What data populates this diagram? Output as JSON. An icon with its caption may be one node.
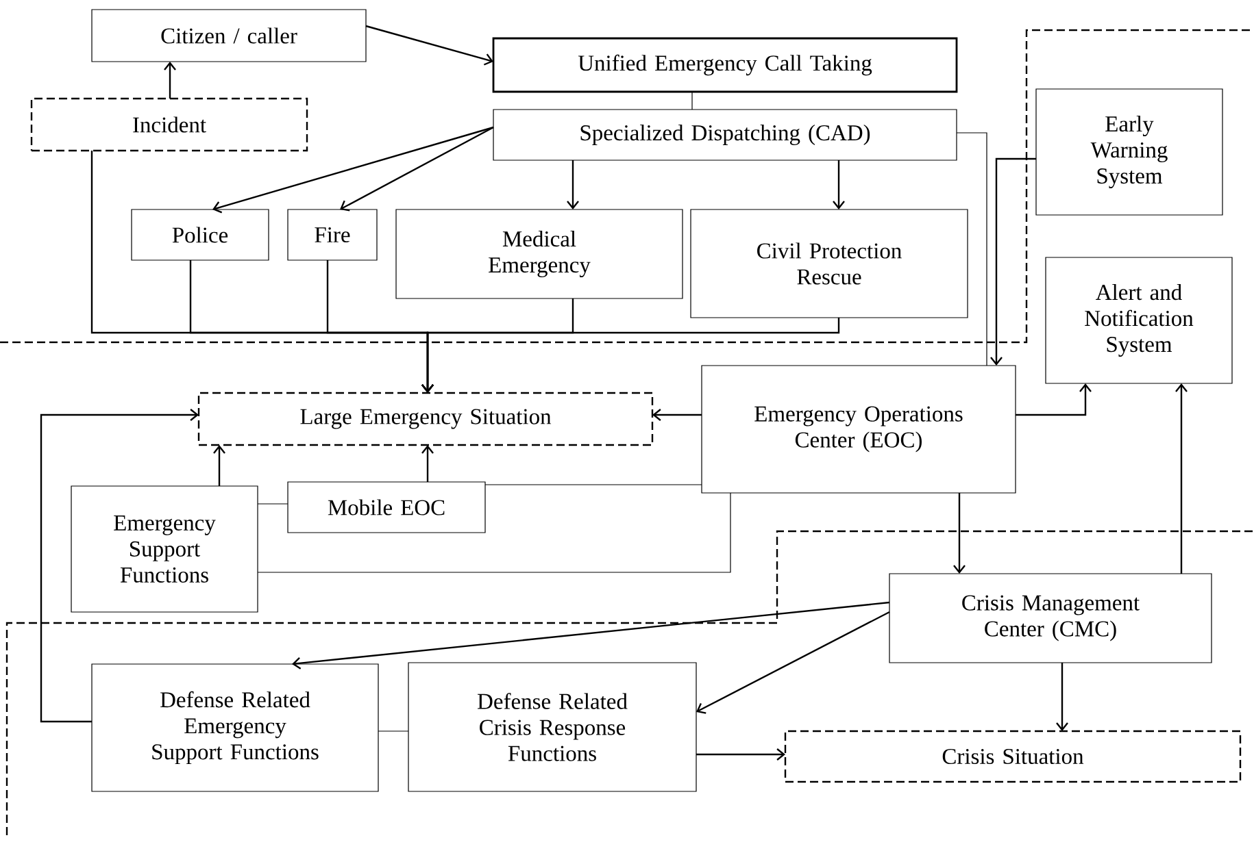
{
  "diagram": {
    "nodes": [
      {
        "text": [
          "Citizen / caller"
        ]
      },
      {
        "text": [
          "Unified Emergency Call Taking"
        ]
      },
      {
        "text": [
          "Incident"
        ]
      },
      {
        "text": [
          "Specialized Dispatching (CAD)"
        ]
      },
      {
        "text": [
          "Police"
        ]
      },
      {
        "text": [
          "Fire"
        ]
      },
      {
        "text": [
          "Medical Emergency"
        ]
      },
      {
        "text": [
          "Civil Protection Rescue"
        ]
      },
      {
        "text": [
          "Early Warning System"
        ]
      },
      {
        "text": [
          "Alert and Notification System"
        ]
      },
      {
        "text": [
          "Large Emergency Situation"
        ]
      },
      {
        "text": [
          "Emergency Operations Center (EOC)"
        ]
      },
      {
        "text": [
          "Mobile EOC"
        ]
      },
      {
        "text": [
          "Emergency Support Functions"
        ]
      },
      {
        "text": [
          "Crisis Management Center (CMC)"
        ]
      },
      {
        "text": [
          "Defense Related Emergency Support Functions"
        ]
      },
      {
        "text": [
          "Defense Related Crisis Response Functions"
        ]
      },
      {
        "text": [
          "Crisis Situation"
        ]
      }
    ],
    "edges": [
      {
        "from": 0,
        "to": 1,
        "arrow": "to"
      },
      {
        "from": 2,
        "to": 0,
        "arrow": "to"
      },
      {
        "from": 1,
        "to": 3,
        "arrow": "none"
      },
      {
        "from": 3,
        "to": 4,
        "arrow": "to"
      },
      {
        "from": 3,
        "to": 5,
        "arrow": "to"
      },
      {
        "from": 3,
        "to": 6,
        "arrow": "to"
      },
      {
        "from": 3,
        "to": 7,
        "arrow": "to"
      },
      {
        "from": 2,
        "to": 10,
        "arrow": "to"
      },
      {
        "from": 4,
        "to": 10,
        "arrow": "to"
      },
      {
        "from": 5,
        "to": 10,
        "arrow": "to"
      },
      {
        "from": 6,
        "to": 10,
        "arrow": "to"
      },
      {
        "from": 7,
        "to": 10,
        "arrow": "to"
      },
      {
        "from": 3,
        "to": 11,
        "arrow": "none"
      },
      {
        "from": 8,
        "to": 11,
        "arrow": "to"
      },
      {
        "from": 11,
        "to": 10,
        "arrow": "to"
      },
      {
        "from": 11,
        "to": 9,
        "arrow": "to"
      },
      {
        "from": 12,
        "to": 10,
        "arrow": "to"
      },
      {
        "from": 13,
        "to": 10,
        "arrow": "to"
      },
      {
        "from": 13,
        "to": 12,
        "arrow": "none"
      },
      {
        "from": 12,
        "to": 11,
        "arrow": "none"
      },
      {
        "from": 13,
        "to": 11,
        "arrow": "none"
      },
      {
        "from": 11,
        "to": 14,
        "arrow": "to"
      },
      {
        "from": 14,
        "to": 9,
        "arrow": "to"
      },
      {
        "from": 14,
        "to": 15,
        "arrow": "to"
      },
      {
        "from": 14,
        "to": 16,
        "arrow": "to"
      },
      {
        "from": 14,
        "to": 17,
        "arrow": "to"
      },
      {
        "from": 16,
        "to": 17,
        "arrow": "to"
      },
      {
        "from": 15,
        "to": 16,
        "arrow": "none"
      },
      {
        "from": 15,
        "to": 10,
        "arrow": "to"
      }
    ]
  }
}
